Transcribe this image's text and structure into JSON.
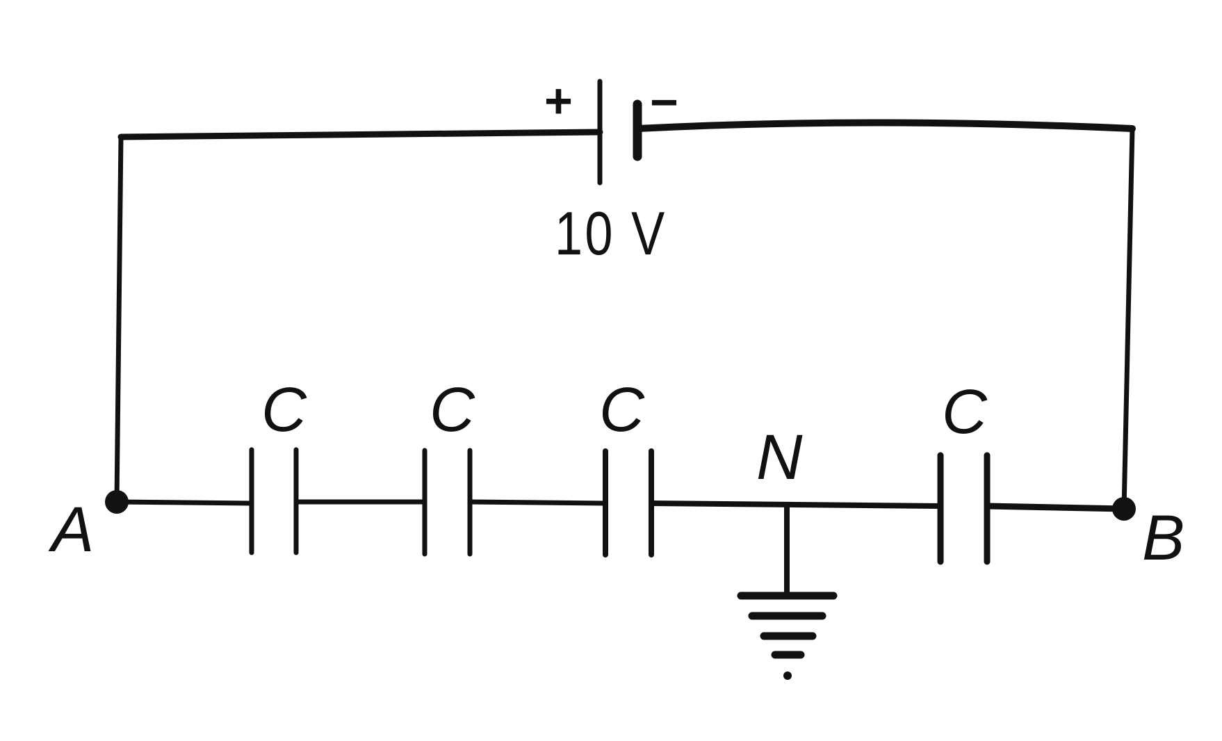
{
  "diagram": {
    "type": "circuit",
    "battery": {
      "voltage_label": "10 V",
      "positive_sign": "+",
      "negative_sign": "−"
    },
    "capacitors": [
      {
        "label": "C"
      },
      {
        "label": "C"
      },
      {
        "label": "C"
      },
      {
        "label": "C"
      }
    ],
    "nodes": {
      "a": "A",
      "b": "B",
      "n": "N"
    },
    "ground": {
      "symbol": "earth-ground"
    },
    "colors": {
      "ink": "#111111",
      "background": "#ffffff"
    }
  }
}
